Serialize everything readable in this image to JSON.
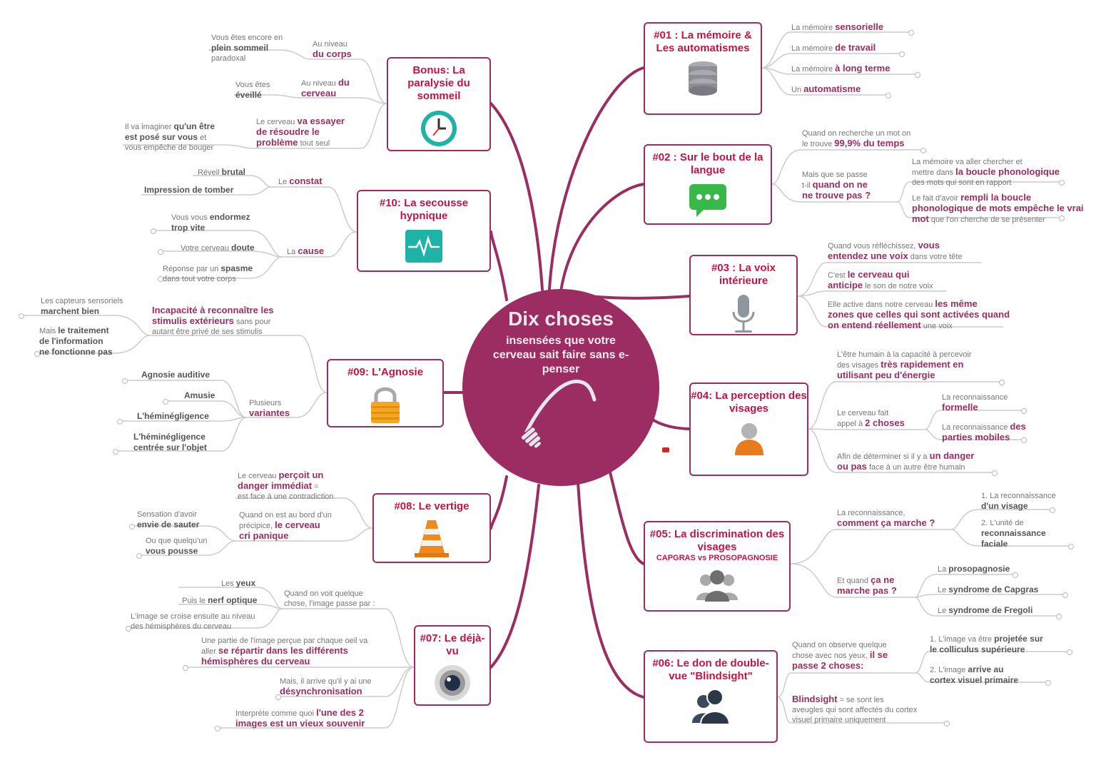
{
  "center": {
    "title": "Dix choses",
    "subtitle": "insensées que votre cerveau sait faire sans e-penser"
  },
  "topics": {
    "t01": {
      "title": "#01 : La mémoire & Les automatismes",
      "icon": "database-icon"
    },
    "t02": {
      "title": "#02 : Sur le bout de la langue",
      "icon": "chat-bubble-icon"
    },
    "t03": {
      "title": "#03 : La voix intérieure",
      "icon": "microphone-icon"
    },
    "t04": {
      "title": "#04: La perception des visages",
      "icon": "person-icon"
    },
    "t05": {
      "title": "#05: La discrimination des visages",
      "subtitle": "CAPGRAS vs PROSOPAGNOSIE",
      "icon": "group-icon"
    },
    "t06": {
      "title": "#06: Le don de double-vue \"Blindsight\"",
      "icon": "users-icon"
    },
    "t07": {
      "title": "#07: Le déjà-vu",
      "icon": "eye-lens-icon"
    },
    "t08": {
      "title": "#08: Le vertige",
      "icon": "traffic-cone-icon"
    },
    "t09": {
      "title": "#09: L'Agnosie",
      "icon": "padlock-icon"
    },
    "t10": {
      "title": "#10: La secousse hypnique",
      "icon": "heartbeat-monitor-icon"
    },
    "bonus": {
      "title": "Bonus: La paralysie du sommeil",
      "icon": "clock-icon"
    }
  },
  "notes": {
    "t01": [
      [
        "La mémoire ",
        "sensorielle"
      ],
      [
        "La mémoire ",
        "de travail"
      ],
      [
        "La mémoire ",
        "à long terme"
      ],
      [
        "Un ",
        "automatisme"
      ]
    ],
    "t02": {
      "a": [
        "Quand on recherche un mot on",
        "le trouve ",
        "99,9% du temps"
      ],
      "b": [
        "Mais que se passe",
        "t-il ",
        "quand on ne",
        "ne trouve pas ?"
      ],
      "b1": [
        "La mémoire va aller chercher et",
        "mettre dans ",
        "la boucle phonologique",
        "des mots qui sont en rapport"
      ],
      "b2": [
        "Le fait d'avoir ",
        "rempli la boucle",
        "phonologique de mots empêche le vrai",
        "mot",
        " que l'on cherche de se présenter"
      ]
    },
    "t03": {
      "a": [
        "Quand vous réfléchissez, ",
        "vous",
        "entendez une voix",
        " dans votre tête"
      ],
      "b": [
        "C'est ",
        "le cerveau qui",
        "anticipe",
        " le son de notre voix"
      ],
      "c": [
        "Elle active dans notre cerveau ",
        "les même",
        "zones que celles qui sont activées quand",
        "on entend réellement",
        " une voix"
      ]
    },
    "t04": {
      "a": [
        "L'être humain à la capacité à percevoir",
        "des visages ",
        "très rapidement en",
        "utilisant peu d'énergie"
      ],
      "b": [
        "Le cerveau fait",
        "appel à ",
        "2 choses"
      ],
      "b1": [
        "La reconnaissance",
        "formelle"
      ],
      "b2": [
        "La reconnaissance ",
        "des",
        "parties mobiles"
      ],
      "c": [
        "Afin de déterminer si il y a ",
        "un danger",
        "ou pas",
        " face à un autre être humain"
      ]
    },
    "t05": {
      "a": [
        "La reconnaissance,",
        "comment ça marche ?"
      ],
      "a1": [
        "1. La reconnaissance",
        "d'un visage"
      ],
      "a2": [
        "2. L'unité de",
        "reconnaissance",
        "faciale"
      ],
      "b": [
        "Et quand ",
        "ça ne",
        "marche pas ?"
      ],
      "b1": [
        "La ",
        "prosopagnosie"
      ],
      "b2": [
        "Le ",
        "syndrome de Capgras"
      ],
      "b3": [
        "Le ",
        "syndrome de Fregoli"
      ]
    },
    "t06": {
      "a": [
        "Quand on observe quelque",
        "chose avec nos yeux, ",
        "il se",
        "passe 2 choses:"
      ],
      "a1": [
        "1. L'image va être ",
        "projetée sur",
        "le colliculus supérieure"
      ],
      "a2": [
        "2. L'image ",
        "arrive au",
        "cortex visuel primaire"
      ],
      "b": [
        "Blindsight",
        " = se sont les",
        "aveugles qui sont affectés du cortex",
        "visuel primaire uniquement"
      ]
    },
    "t07": {
      "a": [
        "Quand on voit quelque",
        "chose, l'image passe par :"
      ],
      "a1": [
        "Les ",
        "yeux"
      ],
      "a2": [
        "Puis le ",
        "nerf optique"
      ],
      "a3": [
        "L'image se croise ensuite au niveau",
        "des hémisphères du cerveau"
      ],
      "b": [
        "Une partie de l'image perçue par chaque oeil va",
        "aller ",
        "se répartir dans les différents",
        "hémisphères du cerveau"
      ],
      "c": [
        "Mais, il arrive qu'il y ai une",
        "désynchronisation"
      ],
      "d": [
        "Interprète comme quoi ",
        "l'une des 2",
        "images est un vieux souvenir"
      ]
    },
    "t08": {
      "a": [
        "Le cerveau ",
        "perçoit un",
        "danger immédiat",
        " =",
        "est face à une contradiction"
      ],
      "b": [
        "Quand on est au bord d'un",
        "précipice, ",
        "le cerveau",
        "cri panique"
      ],
      "b1": [
        "Sensation d'avoir",
        "envie de sauter"
      ],
      "b2": [
        "Ou que quelqu'un",
        "vous pousse"
      ]
    },
    "t09": {
      "a": [
        "Incapacité à reconnaître les",
        "stimulis extérieurs",
        " sans pour",
        "autant être privé de ses stimulis"
      ],
      "a1": [
        "Les capteurs sensoriels",
        "marchent bien"
      ],
      "a2": [
        "Mais ",
        "le traitement",
        "de l'information",
        "ne fonctionne pas"
      ],
      "b": [
        "Plusieurs",
        "variantes"
      ],
      "b1": "Agnosie auditive",
      "b2": "Amusie",
      "b3": "L'héminégligence",
      "b4": [
        "L'héminégligence",
        "centrée sur l'objet"
      ]
    },
    "t10": {
      "a": [
        "Le ",
        "constat"
      ],
      "a1": [
        "Réveil ",
        "brutal"
      ],
      "a2": "Impression de tomber",
      "b": [
        "La ",
        "cause"
      ],
      "b1": [
        "Vous vous ",
        "endormez",
        "trop vite"
      ],
      "b2": [
        "Votre cerveau ",
        "doute"
      ],
      "b3": [
        "Réponse par un ",
        "spasme",
        "dans tout votre corps"
      ]
    },
    "bonus": {
      "a": [
        "Au niveau",
        "du corps"
      ],
      "a1": [
        "Vous êtes encore en",
        "plein sommeil",
        "paradoxal"
      ],
      "b": [
        "Au niveau ",
        "du",
        "cerveau"
      ],
      "b1": [
        "Vous êtes",
        "éveillé"
      ],
      "c": [
        "Le cerveau ",
        "va essayer",
        "de résoudre le",
        "problème",
        " tout seul"
      ],
      "c1": [
        "Il va imaginer ",
        "qu'un être",
        "est posé sur vous",
        " et",
        "vous empêche de bouger"
      ]
    }
  },
  "colors": {
    "accent": "#9b2d62",
    "title_red": "#c21544",
    "note_grey": "#777777",
    "line_grey": "#cccccc"
  }
}
